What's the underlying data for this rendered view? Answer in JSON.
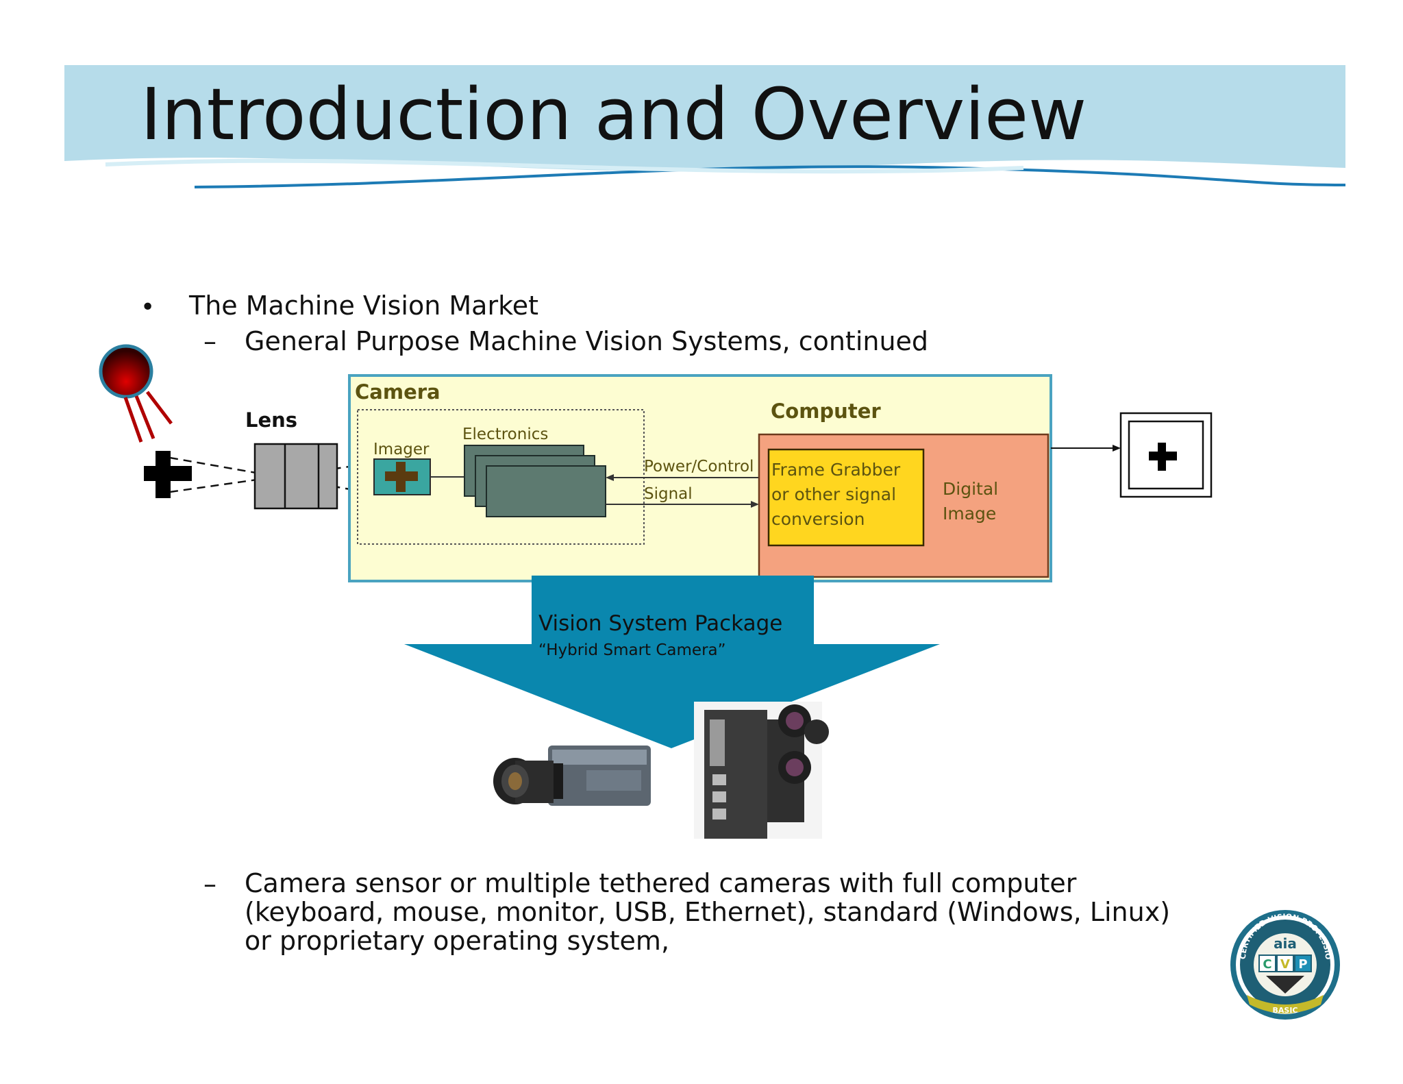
{
  "slide": {
    "title": "Introduction and Overview",
    "bullet_1": "The Machine Vision Market",
    "bullet_2": "General Purpose Machine Vision Systems, continued",
    "bullet_3": "Camera sensor or multiple tethered cameras with full computer (keyboard, mouse, monitor, USB, Ethernet), standard (Windows, Linux) or proprietary operating system,",
    "bullet_marker": "•",
    "dash_marker": "–"
  },
  "diagram": {
    "lens_label": "Lens",
    "camera_label": "Camera",
    "imager_label": "Imager",
    "electronics_label": "Electronics",
    "power_control_label": "Power/Control",
    "signal_label": "Signal",
    "computer_label": "Computer",
    "frame_grabber_lines": [
      "Frame Grabber",
      "or other signal",
      "conversion"
    ],
    "digital_image_lines": [
      "Digital",
      "Image"
    ],
    "package_label": "Vision System Package",
    "package_sublabel": "“Hybrid Smart Camera”"
  },
  "logo": {
    "brand": "aia",
    "letters": [
      "C",
      "V",
      "P"
    ],
    "ring_text": "CERTIFIED VISION PROFESSIONAL",
    "level": "BASIC"
  },
  "colors": {
    "banner": "#b6dcea",
    "camera_box_fill": "#fdfdd2",
    "camera_box_border": "#4aa3c0",
    "computer_fill": "#f4a27f",
    "frame_grabber_fill": "#ffd61f",
    "arrow_fill": "#0a87ae",
    "electronics_fill": "#5d7a70",
    "imager_fill": "#3aa6a0",
    "label_olive": "#5c5310",
    "light_red": "#b00000"
  }
}
